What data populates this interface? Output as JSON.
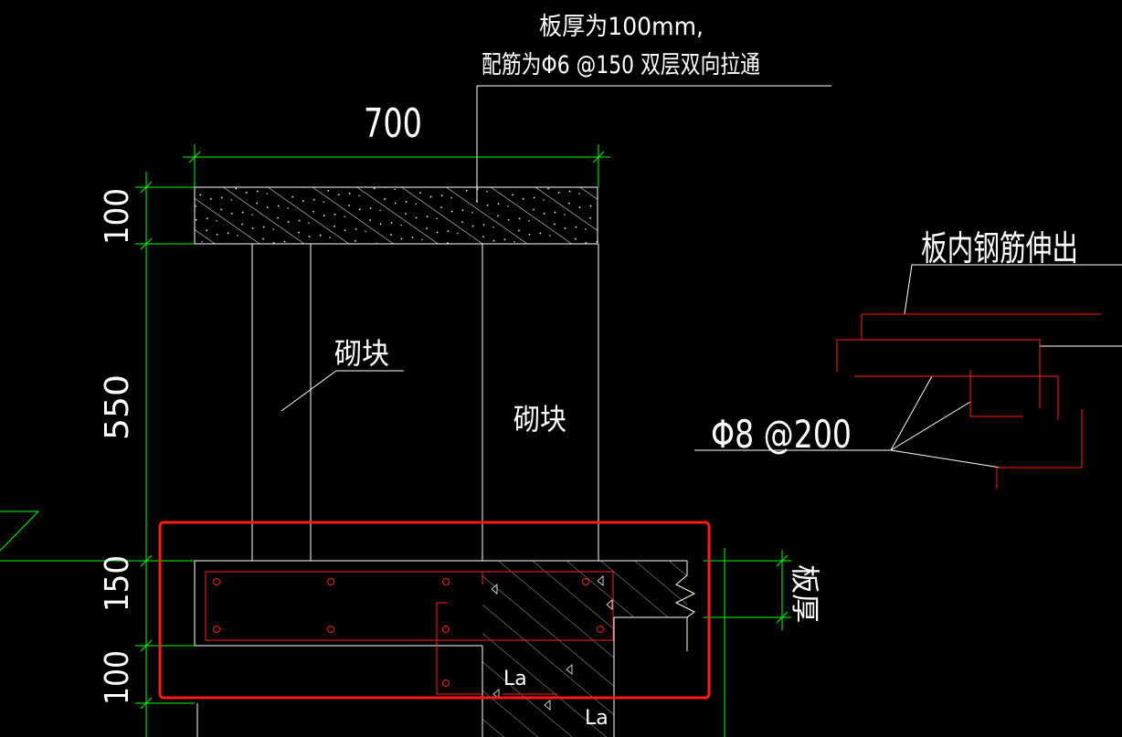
{
  "notes": {
    "slab_line1": "板厚为100mm,",
    "slab_line2": "配筋为Φ6 @150 双层双向拉通",
    "rebar_out": "板内钢筋伸出",
    "rebar_spec": "Φ8 @200",
    "block_left": "砌块",
    "block_right": "砌块",
    "slab_thickness": "板厚",
    "la_1": "La",
    "la_2": "La"
  },
  "dimensions": {
    "width_top": "700",
    "h_slab": "100",
    "h_block": "550",
    "h_beam": "150",
    "h_bottom": "100"
  },
  "colors": {
    "background": "#000000",
    "lines": "#ffffff",
    "dimension": "#00ff00",
    "rebar": "#ff2020",
    "highlight": "#ff1a1a"
  }
}
